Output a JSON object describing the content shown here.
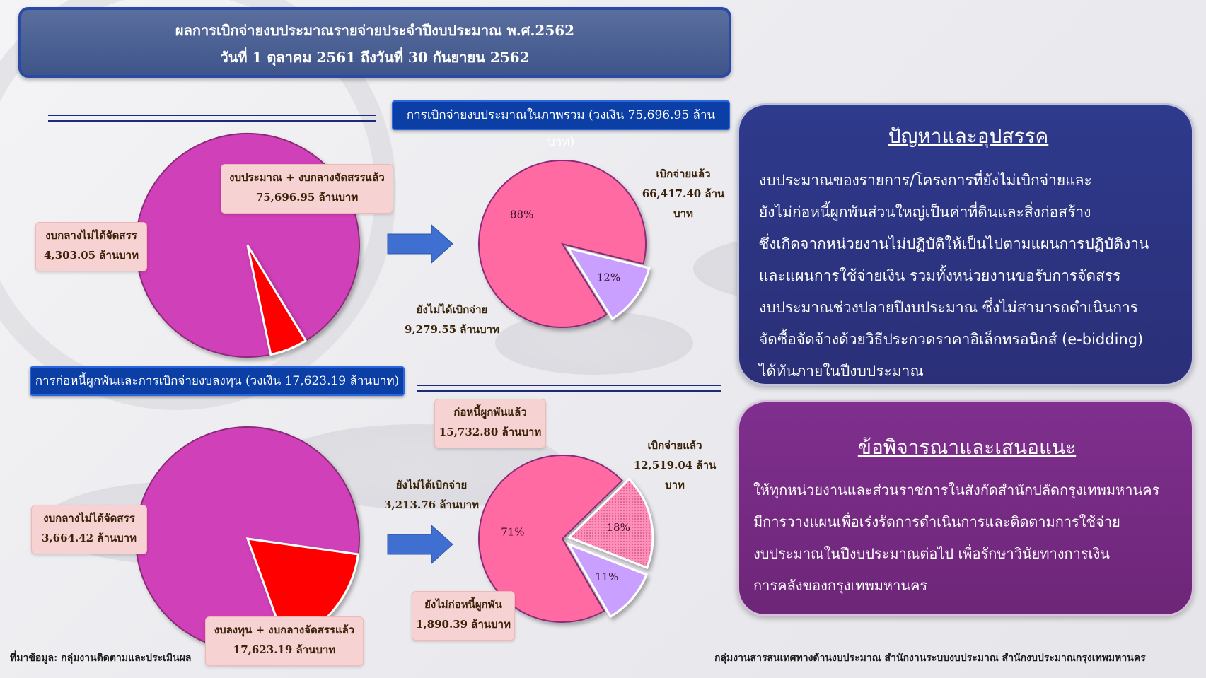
{
  "header": {
    "line1": "ผลการเบิกจ่ายงบประมาณรายจ่ายประจำปีงบประมาณ พ.ศ.2562",
    "line2": "วันที่ 1 ตุลาคม 2561 ถึงวันที่ 30 กันยายน 2562"
  },
  "section1": {
    "title": "การเบิกจ่ายงบประมาณในภาพรวม (วงเงิน 75,696.95 ล้านบาท)",
    "big_pie": {
      "allocated_label": "งบประมาณ + งบกลางจัดสรรแล้ว",
      "allocated_value": "75,696.95 ล้านบาท",
      "unallocated_label": "งบกลางไม่ได้จัดสรร",
      "unallocated_value": "4,303.05 ล้านบาท"
    },
    "small_pie": {
      "disbursed_label": "เบิกจ่ายแล้ว",
      "disbursed_value": "66,417.40 ล้านบาท",
      "not_disbursed_label": "ยังไม่ได้เบิกจ่าย",
      "not_disbursed_value": "9,279.55 ล้านบาท"
    }
  },
  "section2": {
    "title": "การก่อหนี้ผูกพันและการเบิกจ่ายงบลงทุน (วงเงิน 17,623.19 ล้านบาท)",
    "big_pie": {
      "allocated_label": "งบลงทุน + งบกลางจัดสรรแล้ว",
      "allocated_value": "17,623.19 ล้านบาท",
      "unallocated_label": "งบกลางไม่ได้จัดสรร",
      "unallocated_value": "3,664.42 ล้านบาท"
    },
    "small_pie": {
      "committed_label": "ก่อหนี้ผูกพันแล้ว",
      "committed_value": "15,732.80 ล้านบาท",
      "disbursed_label": "เบิกจ่ายแล้ว",
      "disbursed_value": "12,519.04 ล้านบาท",
      "not_disbursed_label": "ยังไม่ได้เบิกจ่าย",
      "not_disbursed_value": "3,213.76 ล้านบาท",
      "not_committed_label": "ยังไม่ก่อหนี้ผูกพัน",
      "not_committed_value": "1,890.39 ล้านบาท"
    }
  },
  "problems": {
    "title": "ปัญหาและอุปสรรค",
    "lines": [
      "งบประมาณของรายการ/โครงการที่ยังไม่เบิกจ่ายและ",
      "ยังไม่ก่อหนี้ผูกพันส่วนใหญ่เป็นค่าที่ดินและสิ่งก่อสร้าง",
      "ซึ่งเกิดจากหน่วยงานไม่ปฏิบัติให้เป็นไปตามแผนการปฏิบัติงาน",
      "และแผนการใช้จ่ายเงิน  รวมทั้งหน่วยงานขอรับการจัดสรร",
      "งบประมาณช่วงปลายปีงบประมาณ  ซึ่งไม่สามารถดำเนินการ",
      "จัดซื้อจัดจ้างด้วยวิธีประกวดราคาอิเล็กทรอนิกส์  (e-bidding)",
      "ได้ทันภายในปีงบประมาณ"
    ]
  },
  "recommendations": {
    "title": "ข้อพิจารณาและเสนอแนะ",
    "lines": [
      "ให้ทุกหน่วยงานและส่วนราชการในสังกัดสำนักปลัดกรุงเทพมหานคร",
      "มีการวางแผนเพื่อเร่งรัดการดำเนินการและติดตามการใช้จ่าย",
      "งบประมาณในปีงบประมาณต่อไป  เพื่อรักษาวินัยทางการเงิน",
      "การคลังของกรุงเทพมหานคร"
    ]
  },
  "footer": {
    "source": "ที่มาข้อมูล: กลุ่มงานติดตามและประเมินผล",
    "org": "กลุ่มงานสารสนเทศทางด้านงบประมาณ สำนักงานระบบงบประมาณ สำนักงบประมาณกรุงเทพมหานคร"
  },
  "colors": {
    "magenta": "#d040b8",
    "red": "#ff0000",
    "pink": "#ff6aa2",
    "lavender": "#c9a0ff",
    "arrow": "#3f6fd0",
    "panel_blue": "#2f3680",
    "panel_purple": "#7a2a88"
  },
  "chart_data": [
    {
      "type": "pie",
      "slices": [
        {
          "label": "งบประมาณ + งบกลางจัดสรรแล้ว",
          "value": 75696.95
        },
        {
          "label": "งบกลางไม่ได้จัดสรร",
          "value": 4303.05
        }
      ]
    },
    {
      "type": "pie",
      "slices": [
        {
          "label": "เบิกจ่ายแล้ว",
          "value": 66417.4,
          "pct_label": "88%"
        },
        {
          "label": "ยังไม่ได้เบิกจ่าย",
          "value": 9279.55,
          "pct_label": "12%"
        }
      ]
    },
    {
      "type": "pie",
      "slices": [
        {
          "label": "งบลงทุน + งบกลางจัดสรรแล้ว",
          "value": 17623.19
        },
        {
          "label": "งบกลางไม่ได้จัดสรร",
          "value": 3664.42
        }
      ]
    },
    {
      "type": "pie",
      "slices": [
        {
          "label": "เบิกจ่ายแล้ว",
          "value": 12519.04,
          "pct_label": "71%"
        },
        {
          "label": "ยังไม่ได้เบิกจ่าย",
          "value": 3213.76,
          "pct_label": "18%"
        },
        {
          "label": "ยังไม่ก่อหนี้ผูกพัน",
          "value": 1890.39,
          "pct_label": "11%"
        }
      ]
    }
  ]
}
